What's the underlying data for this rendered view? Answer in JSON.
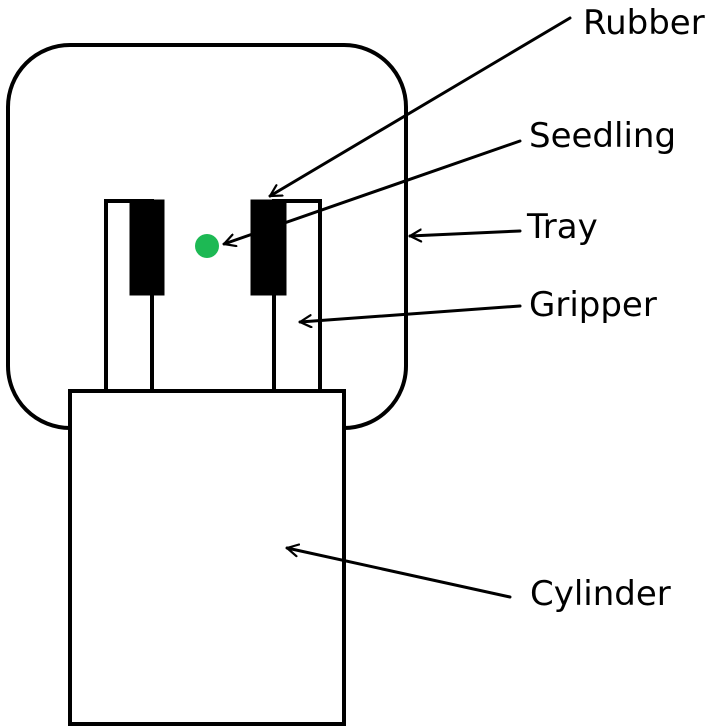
{
  "labels": {
    "rubber": "Rubber",
    "seedling": "Seedling",
    "tray": "Tray",
    "gripper": "Gripper",
    "cylinder": "Cylinder"
  },
  "colors": {
    "seedling": "#1db954",
    "line": "#000000"
  }
}
